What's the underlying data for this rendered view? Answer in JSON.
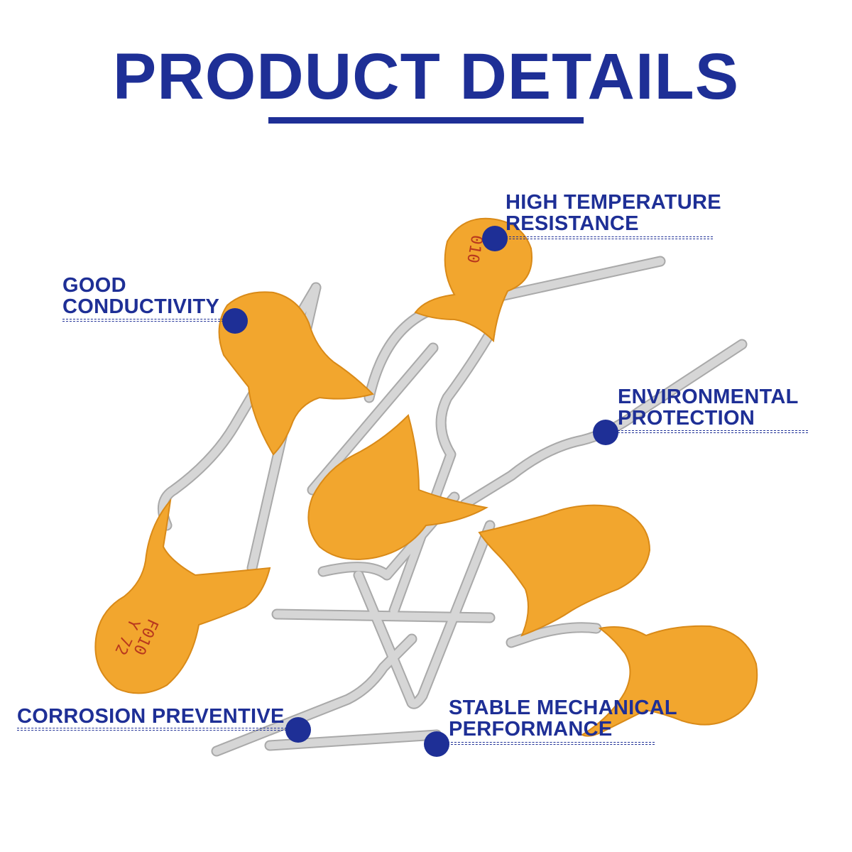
{
  "title": "PRODUCT DETAILS",
  "colors": {
    "brand": "#1e2f96",
    "body": "#f2a62e",
    "body_shade": "#d98a18",
    "lead": "#d6d6d6",
    "lead_edge": "#a9a9a9"
  },
  "features": {
    "high_temp": {
      "line1": "HIGH TEMPERATURE",
      "line2": "RESISTANCE"
    },
    "conductivity": {
      "line1": "GOOD",
      "line2": "CONDUCTIVITY"
    },
    "environmental": {
      "line1": "ENVIRONMENTAL",
      "line2": "PROTECTION"
    },
    "corrosion": {
      "line1": "CORROSION PREVENTIVE"
    },
    "mechanical": {
      "line1": "STABLE MECHANICAL",
      "line2": "PERFORMANCE"
    }
  },
  "markings": {
    "lower_left": {
      "line1": "Y 72",
      "line2": "F010"
    },
    "top": {
      "line1": "010"
    }
  }
}
